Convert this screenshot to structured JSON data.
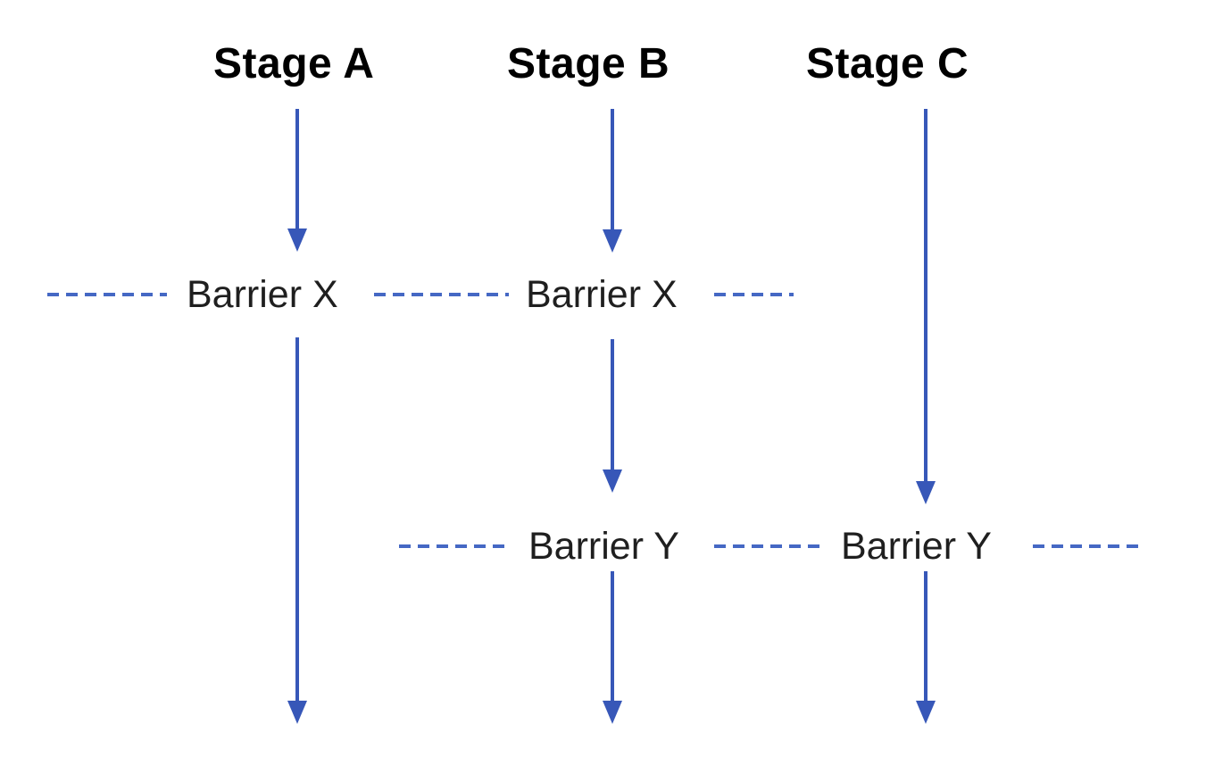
{
  "diagram": {
    "stages": [
      {
        "label": "Stage A"
      },
      {
        "label": "Stage B"
      },
      {
        "label": "Stage C"
      }
    ],
    "barrier_rows": [
      {
        "name": "Barrier X",
        "labels": [
          {
            "text": "Barrier X"
          },
          {
            "text": "Barrier X"
          }
        ]
      },
      {
        "name": "Barrier Y",
        "labels": [
          {
            "text": "Barrier Y"
          },
          {
            "text": "Barrier Y"
          }
        ]
      }
    ]
  },
  "colors": {
    "arrow": "#3757b8",
    "dash": "#4568c4",
    "stage-text": "#000000",
    "barrier-text": "#1f1f1f",
    "background": "#ffffff"
  }
}
